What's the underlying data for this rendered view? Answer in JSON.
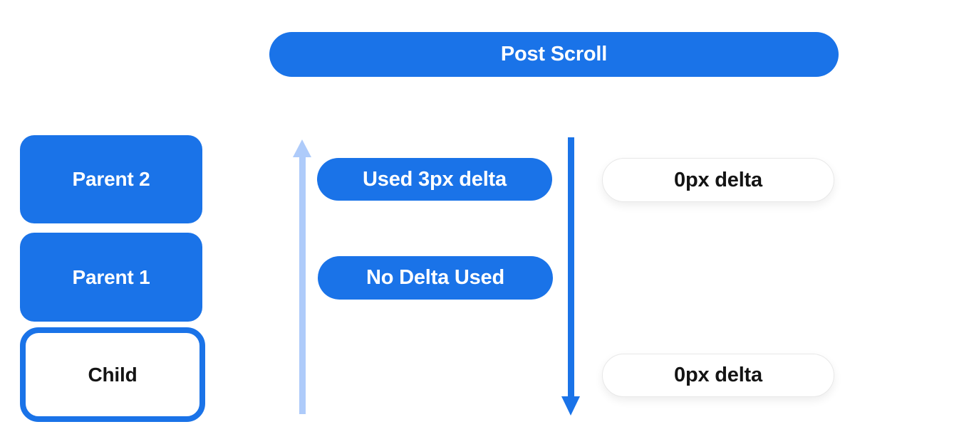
{
  "colors": {
    "primary_blue": "#1a73e8",
    "light_blue": "#aecbfa",
    "pill_border": "#e8e8e8",
    "text_dark": "#141414",
    "background": "#ffffff"
  },
  "header": {
    "label": "Post Scroll"
  },
  "node_stack": {
    "parent2_label": "Parent 2",
    "parent1_label": "Parent 1",
    "child_label": "Child"
  },
  "delta_pills": {
    "used_delta_label": "Used 3px delta",
    "no_delta_label": "No Delta Used"
  },
  "result_pills": {
    "top_label": "0px delta",
    "bottom_label": "0px delta"
  },
  "arrows": {
    "up_arrow": "light-blue-up-arrow",
    "down_arrow": "blue-down-arrow"
  }
}
